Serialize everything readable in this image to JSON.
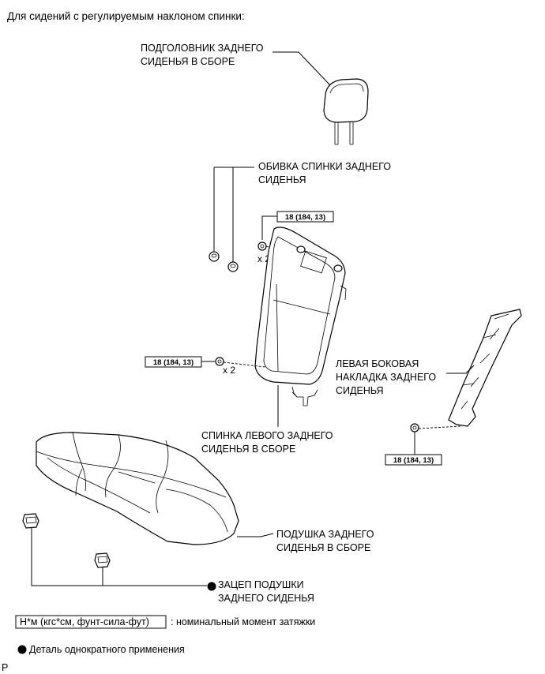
{
  "header": {
    "title": "Для сидений с регулируемым наклоном спинки:"
  },
  "parts": {
    "headrest": {
      "line1": "ПОДГОЛОВНИК ЗАДНЕГО",
      "line2": "СИДЕНЬЯ В СБОРЕ"
    },
    "cover": {
      "line1": "ОБИВКА СПИНКИ ЗАДНЕГО",
      "line2": "СИДЕНЬЯ"
    },
    "side_trim": {
      "line1": "ЛЕВАЯ БОКОВАЯ",
      "line2": "НАКЛАДКА ЗАДНЕГО",
      "line3": "СИДЕНЬЯ"
    },
    "seatback": {
      "line1": "СПИНКА ЛЕВОГО ЗАДНЕГО",
      "line2": "СИДЕНЬЯ В СБОРЕ"
    },
    "cushion": {
      "line1": "ПОДУШКА ЗАДНЕГО",
      "line2": "СИДЕНЬЯ В СБОРЕ"
    },
    "hook": {
      "line1": "ЗАЦЕП ПОДУШКИ",
      "line2": "ЗАДНЕГО СИДЕНЬЯ"
    }
  },
  "torques": {
    "top": {
      "value": "18 (184, 13)",
      "count": "x 2"
    },
    "left": {
      "value": "18 (184, 13)",
      "count": "x 2"
    },
    "right": {
      "value": "18 (184, 13)"
    }
  },
  "legend": {
    "unit_box": "Н*м (кгс*см, фунт-сила-фут)",
    "unit_desc": ": номинальный момент затяжки",
    "nonreuse": "Деталь однократного применения"
  },
  "footer": {
    "code": "P"
  }
}
